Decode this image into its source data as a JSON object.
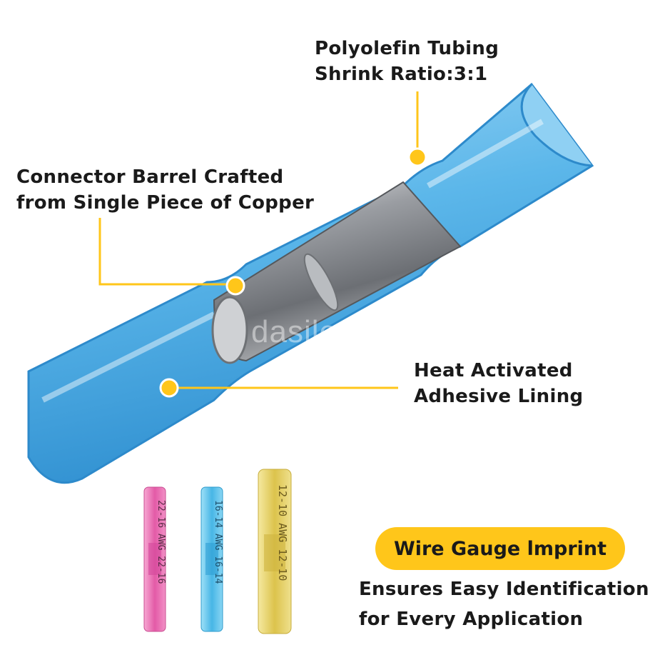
{
  "callouts": {
    "tubing": {
      "line1": "Polyolefin Tubing",
      "line2": "Shrink Ratio:3:1"
    },
    "barrel": {
      "line1": "Connector Barrel Crafted",
      "line2": "from Single Piece of Copper"
    },
    "adhesive": {
      "line1": "Heat Activated",
      "line2": "Adhesive Lining"
    }
  },
  "badge": {
    "label": "Wire Gauge lmprint"
  },
  "tagline": {
    "line1": "Ensures Easy Identification",
    "line2": "for Every Application"
  },
  "watermark": "dasileysen",
  "connectors": [
    {
      "color": "pink",
      "imprint": "22-16 AWG 22-16"
    },
    {
      "color": "blue",
      "imprint": "16-14 AWG 16-14"
    },
    {
      "color": "yellow",
      "imprint": "12-10 AWG 12-10"
    }
  ],
  "colors": {
    "accent": "#ffc61a",
    "tube_blue": "#5fb8ea",
    "pink": "#e86fb4",
    "yellow": "#e9d66a"
  }
}
